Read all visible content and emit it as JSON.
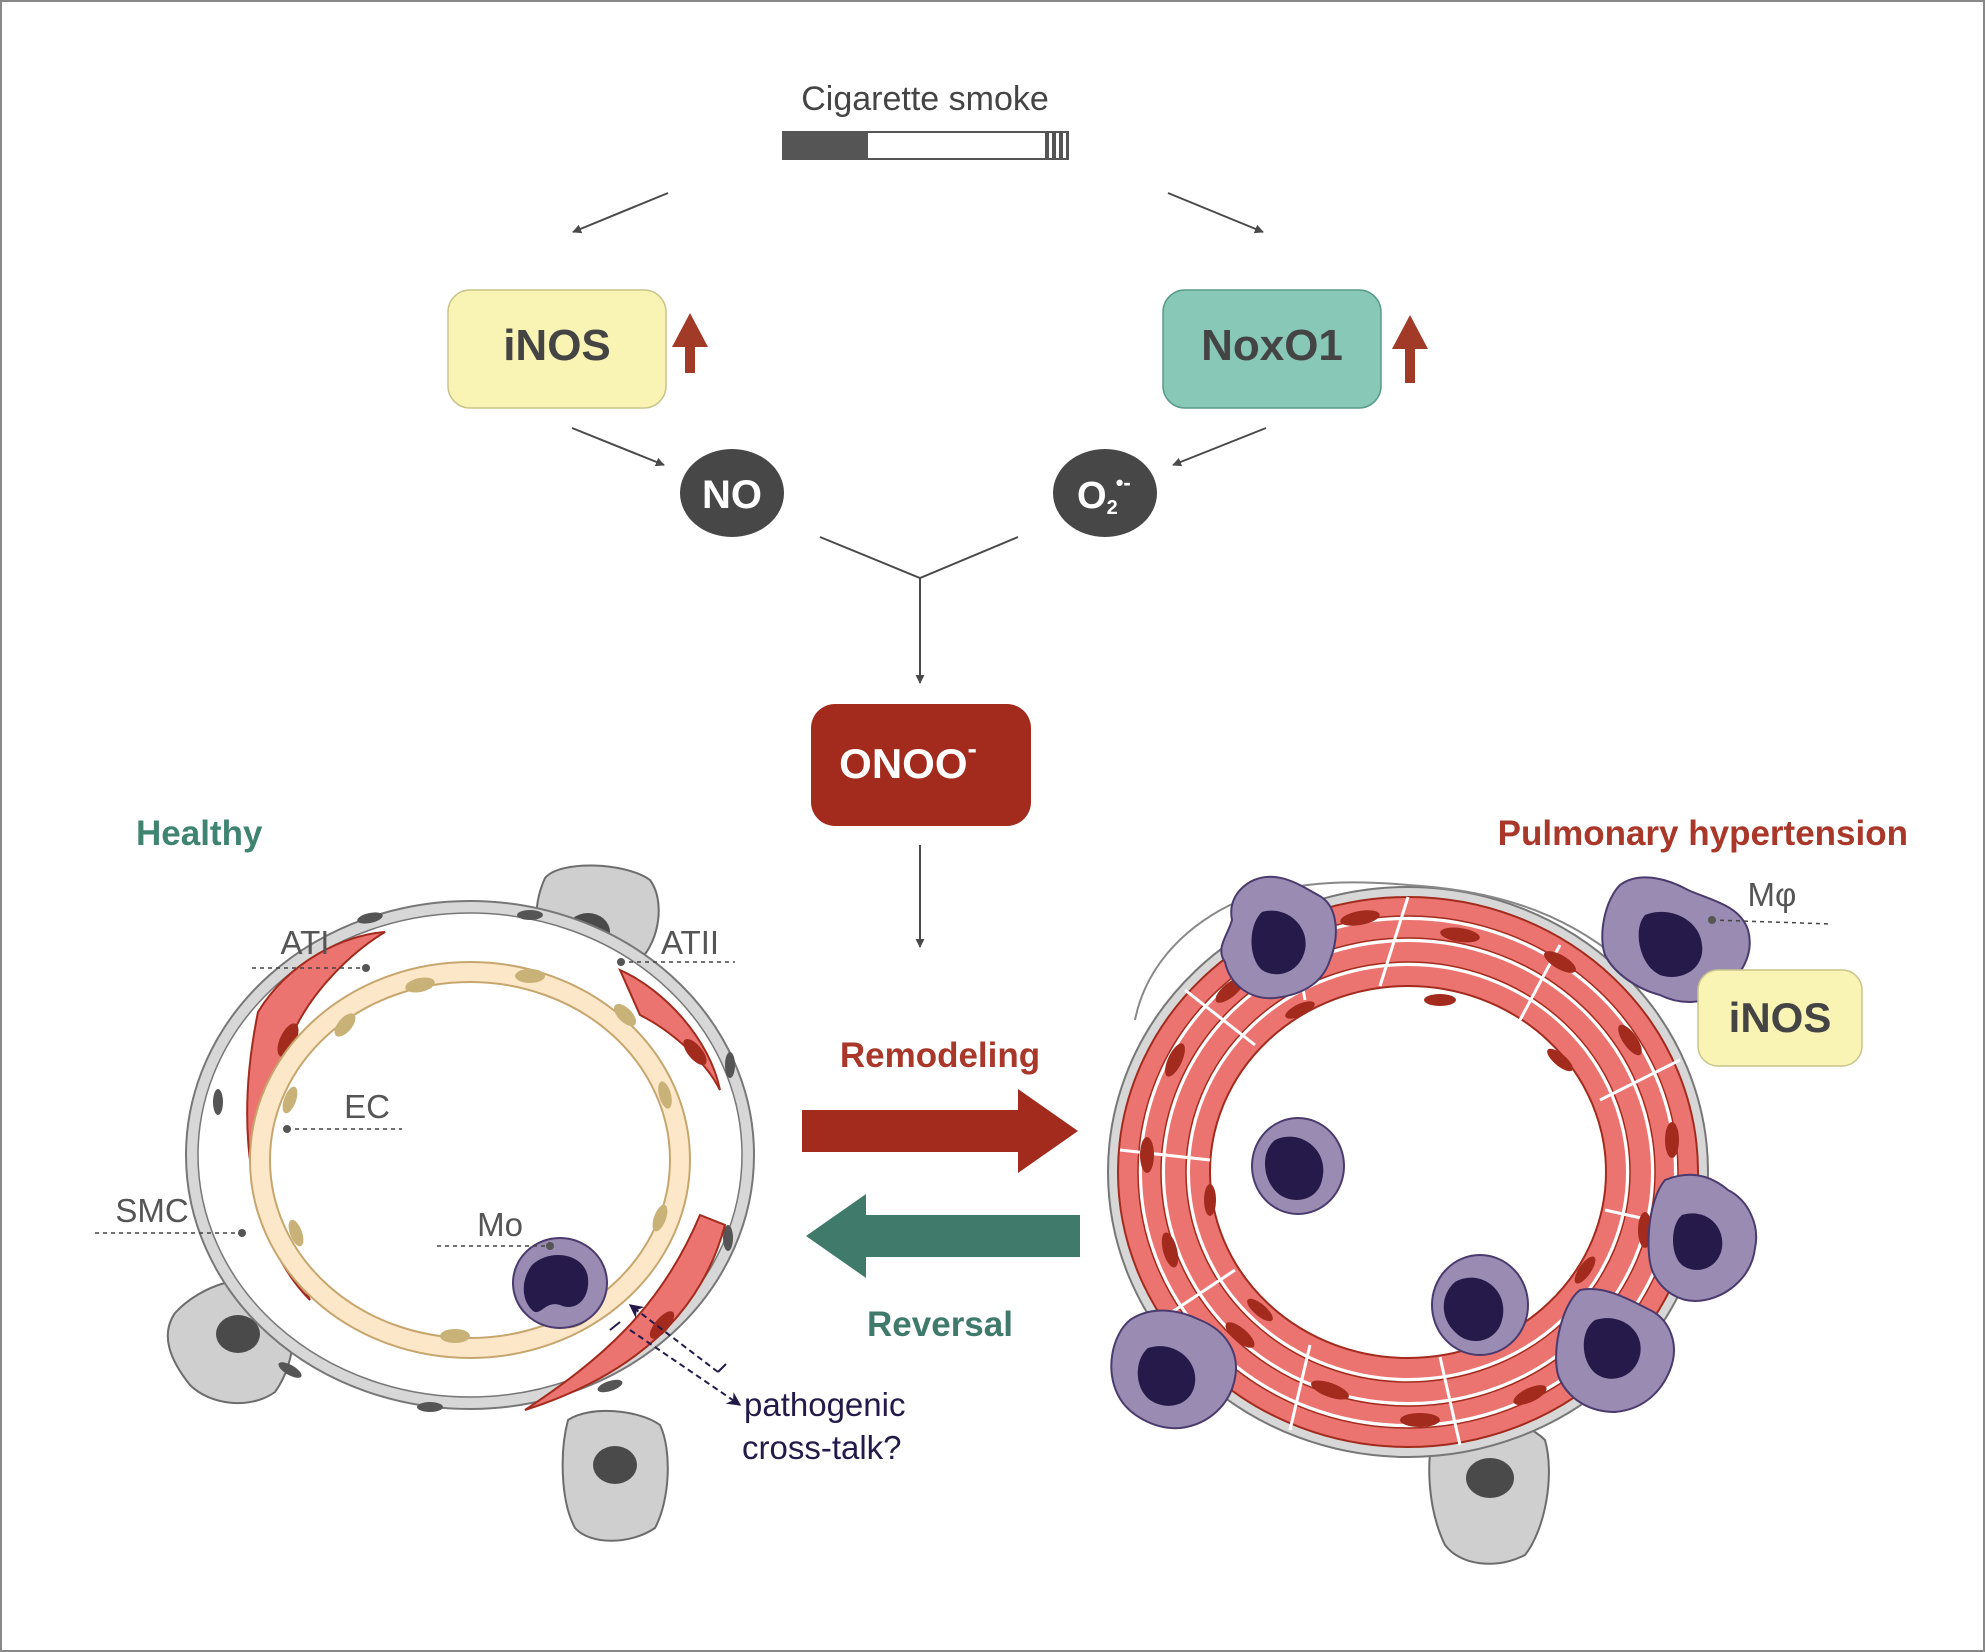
{
  "top": {
    "source_label": "Cigarette smoke"
  },
  "nodes": {
    "inos": "iNOS",
    "noxo1": "NoxO1",
    "no": "NO",
    "superoxide_base": "O",
    "superoxide_sub": "2",
    "superoxide_sup": "•-",
    "onoo_base": "ONOO",
    "onoo_sup": "-"
  },
  "process": {
    "remodeling": "Remodeling",
    "reversal": "Reversal"
  },
  "healthy": {
    "title": "Healthy",
    "labels": {
      "ati": "ATI",
      "atii": "ATII",
      "ec": "EC",
      "smc": "SMC",
      "mo": "Mo"
    },
    "crosstalk_line1": "pathogenic",
    "crosstalk_line2": "cross-talk?"
  },
  "ph": {
    "title": "Pulmonary hypertension",
    "labels": {
      "mphi": "Mφ",
      "inos": "iNOS"
    }
  },
  "colors": {
    "inos_fill": "#f9f4b3",
    "noxo1_fill": "#87c8b7",
    "onoo_fill": "#a22b1d",
    "up_arrow": "#a23a28",
    "healthy_title": "#3f8470",
    "ph_title": "#a9372a",
    "remodel_arrow": "#a22b1d",
    "reversal_arrow": "#3f7a6b",
    "smc_fill": "#ec7470",
    "ec_fill": "#fde7c9",
    "macrophage_fill": "#9a8bb2",
    "nucleus_fill": "#251a49"
  }
}
